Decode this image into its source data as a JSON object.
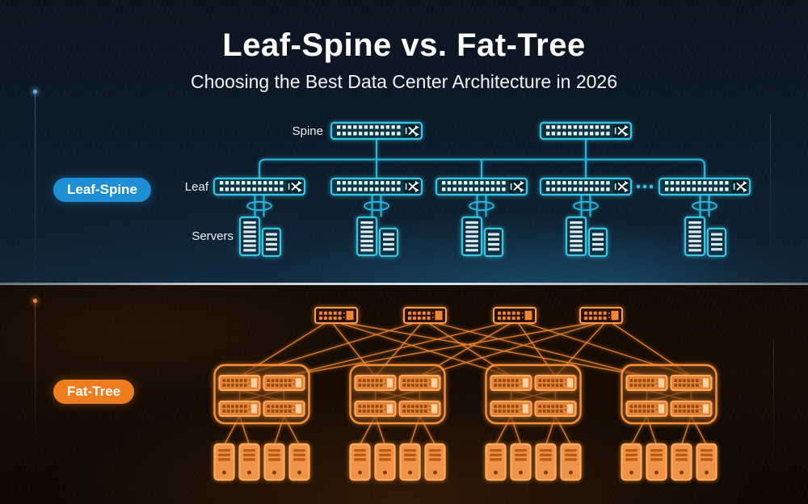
{
  "page": {
    "title": "Leaf-Spine vs. Fat-Tree",
    "subtitle": "Choosing the Best Data Center Architecture in 2026"
  },
  "leaf_spine": {
    "badge": "Leaf-Spine",
    "badge_bg": "#1e8fd5",
    "labels": {
      "spine": "Spine",
      "leaf": "Leaf",
      "servers": "Servers"
    },
    "spine_count": 2,
    "leaf_count": 5,
    "server_group_count": 5,
    "ellipsis_dots": 3,
    "accent": "#38c5e6",
    "line": "#29b9dd",
    "switch_fill": "#0b3644",
    "port_color": "#edf7fa",
    "server_fill": "#0d3140",
    "server_slat": "#d9e7ec"
  },
  "fat_tree": {
    "badge": "Fat-Tree",
    "badge_bg": "#ee7d1f",
    "core_count": 4,
    "pod_count": 4,
    "aggregation_per_pod": 2,
    "edge_per_pod": 2,
    "servers_per_pod": 4,
    "accent": "#f78f38",
    "line": "#f58a32",
    "core_fill": "#271203",
    "core_port": "#f28433",
    "pod_switch_fill": "#e58237",
    "pod_switch_port": "#8f4a10",
    "uplink_block": "#ffd0a0",
    "tower_fill": "#ef9348",
    "tower_slat": "#bc5c12",
    "tower_dot": "#7e3c0a"
  }
}
